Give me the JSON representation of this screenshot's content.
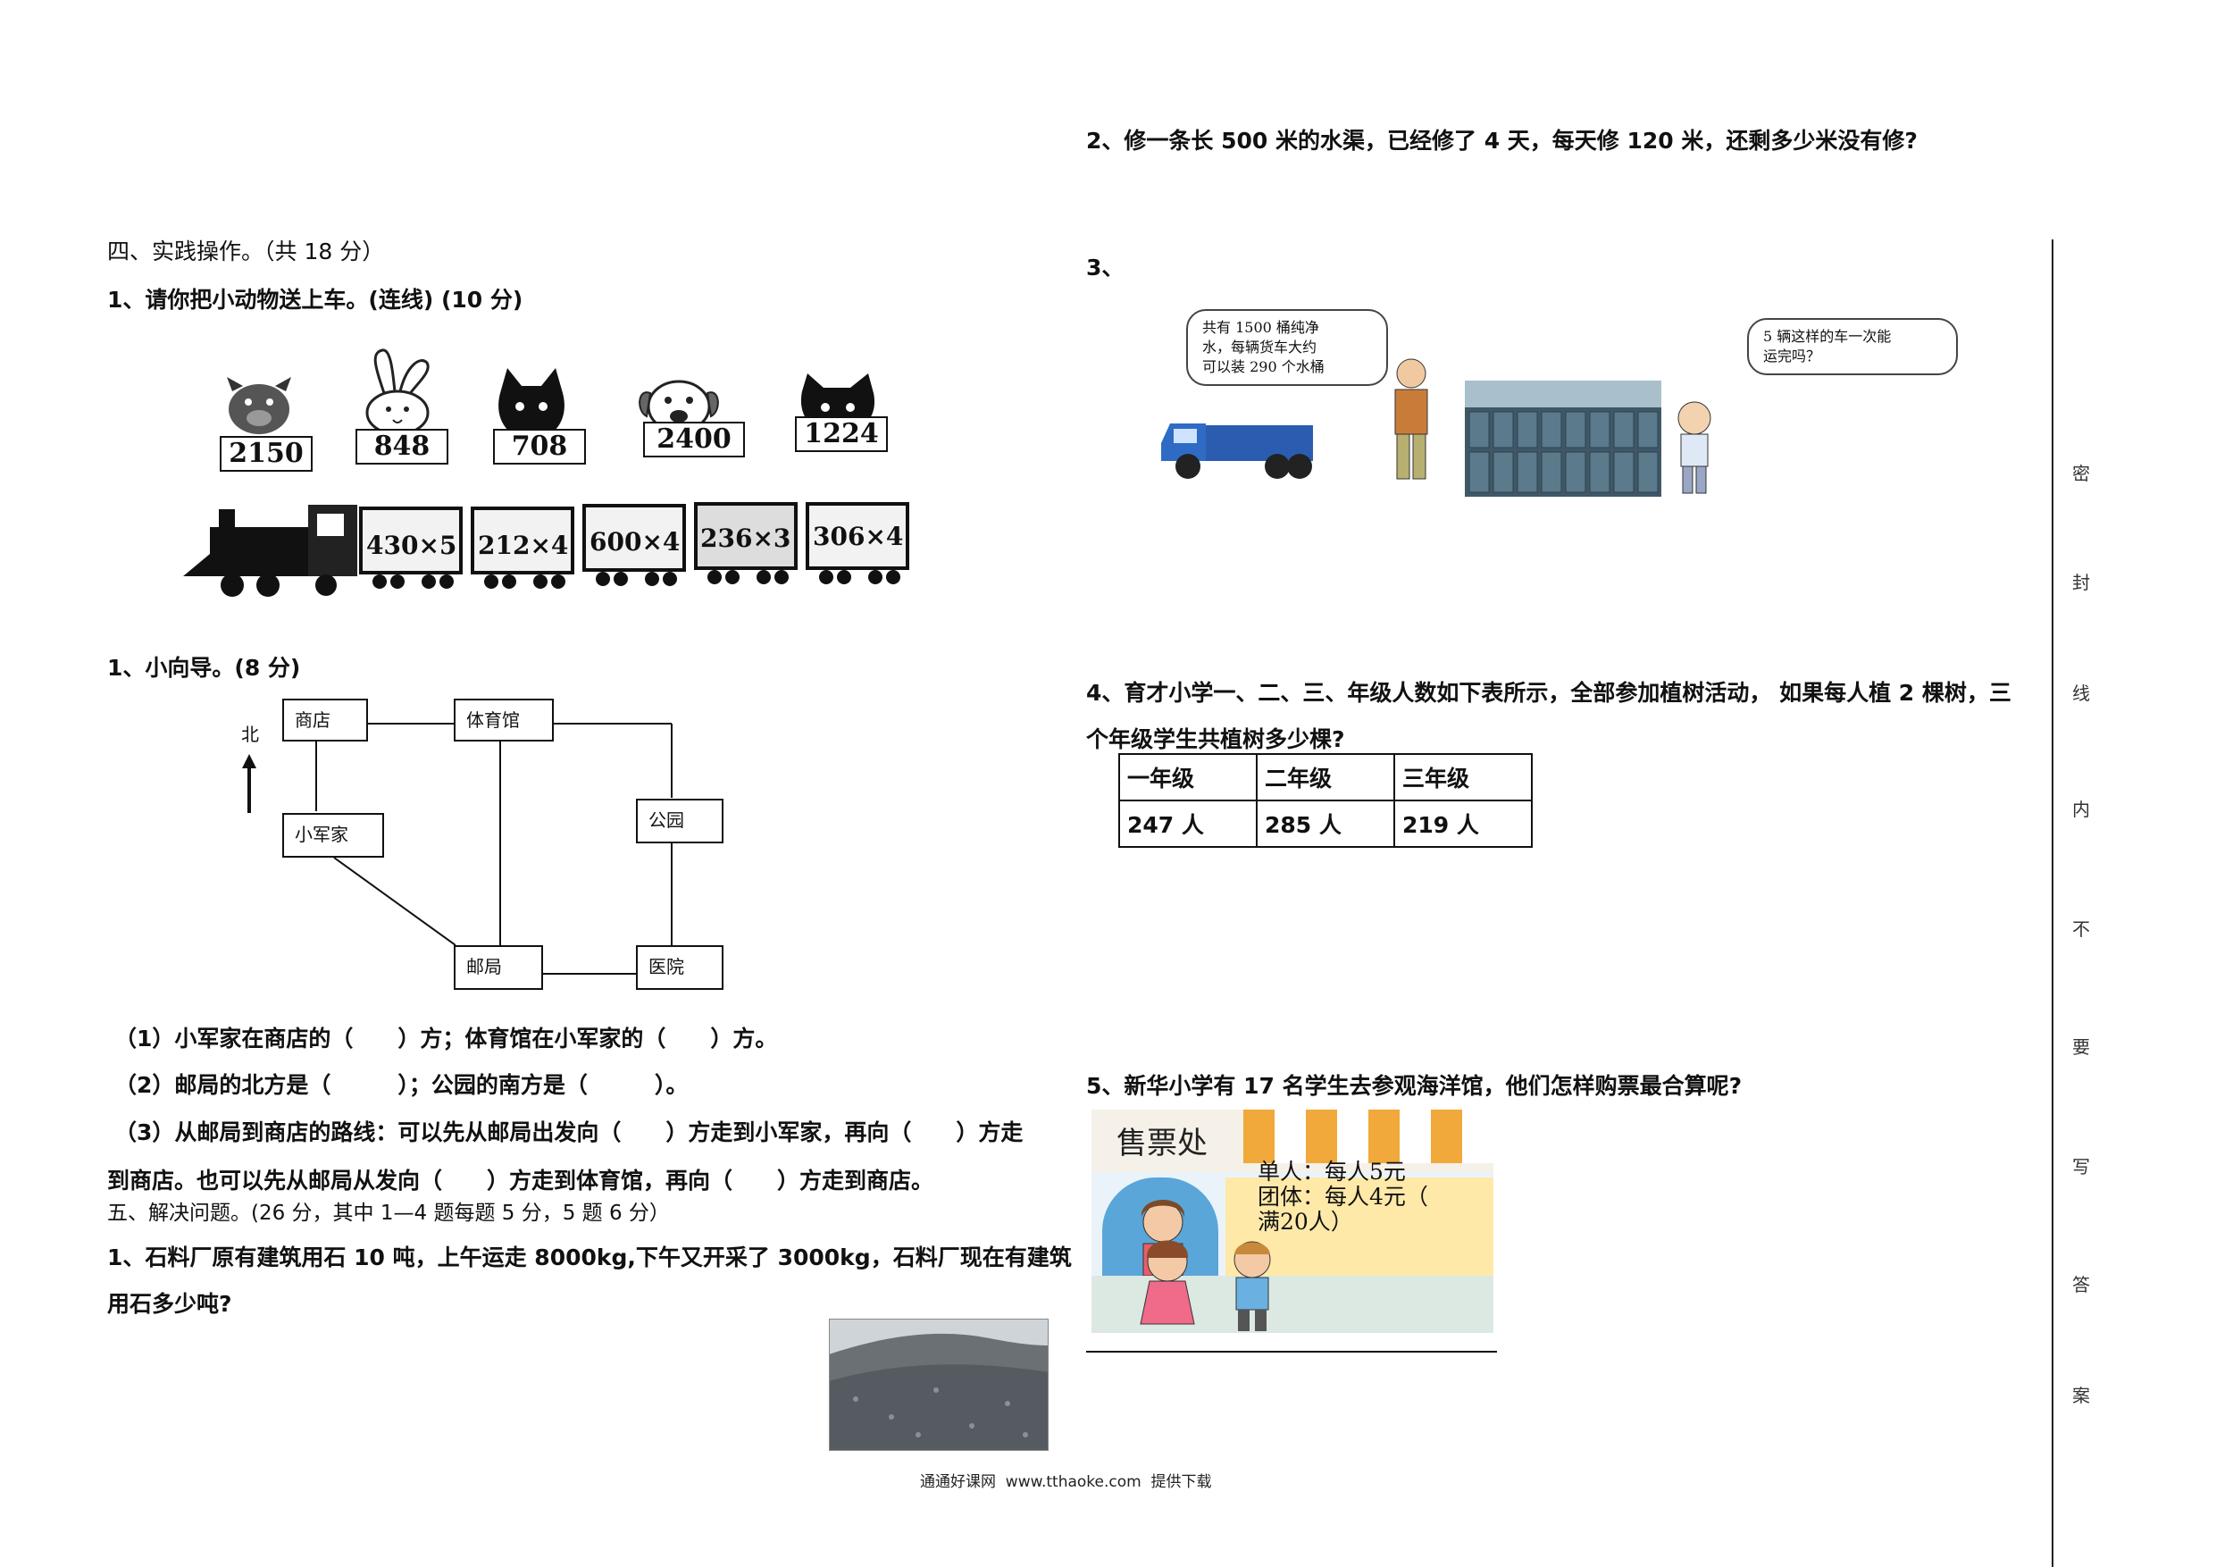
{
  "left": {
    "section4_title": "四、实践操作。（共 18 分）",
    "q1_title": "1、请你把小动物送上车。(连线) (10 分)",
    "animal_numbers": [
      "2150",
      "848",
      "708",
      "2400",
      "1224"
    ],
    "train_cars": [
      "430×5",
      "212×4",
      "600×4",
      "236×3",
      "306×4"
    ],
    "q1b_title": "1、小向导。(8 分)",
    "map": {
      "north": "北",
      "shop": "商店",
      "gym": "体育馆",
      "home": "小军家",
      "park": "公园",
      "post": "邮局",
      "hospital": "医院"
    },
    "sub1": "（1）小军家在商店的（　　）方；体育馆在小军家的（　　）方。",
    "sub2": "（2）邮局的北方是（　　　）；公园的南方是（　　　）。",
    "sub3_line1": "（3）从邮局到商店的路线：可以先从邮局出发向（　　）方走到小军家，再向（　　）方走",
    "sub3_line2": "到商店。也可以先从邮局从发向（　　）方走到体育馆，再向（　　）方走到商店。",
    "section5_title": "五、解决问题。(26 分，其中 1—4 题每题 5 分，5 题 6 分）",
    "p1_line1": "1、石料厂原有建筑用石 10 吨，上午运走 8000kg,下午又开采了 3000kg，石料厂现在有建筑",
    "p1_line2": "用石多少吨?"
  },
  "right": {
    "p2": "2、修一条长 500 米的水渠，已经修了 4 天，每天修 120 米，还剩多少米没有修?",
    "p3_label": "3、",
    "bubble1": [
      "共有 1500 桶纯净",
      "水，每辆货车大约",
      "可以装 290 个水桶"
    ],
    "bubble2": [
      "5 辆这样的车一次能",
      "运完吗？"
    ],
    "p4_line1": "4、育才小学一、二、三、年级人数如下表所示，全部参加植树活动，  如果每人植 2 棵树，三",
    "p4_line2": "个年级学生共植树多少棵?",
    "table_headers": [
      "一年级",
      "二年级",
      "三年级"
    ],
    "table_values": [
      "247 人",
      "285 人",
      "219 人"
    ],
    "p5": "5、新华小学有 17 名学生去参观海洋馆，他们怎样购票最合算呢?",
    "ticket_sign": "售票处",
    "ticket_single": "单人：每人5元",
    "ticket_group": "团体：每人4元（",
    "ticket_group2": "满20人）"
  },
  "footer": "通通好课网  www.tthaoke.com  提供下载",
  "side_seal": [
    "密",
    "封",
    "线",
    "内",
    "不",
    "要",
    "写",
    "答",
    "案"
  ]
}
